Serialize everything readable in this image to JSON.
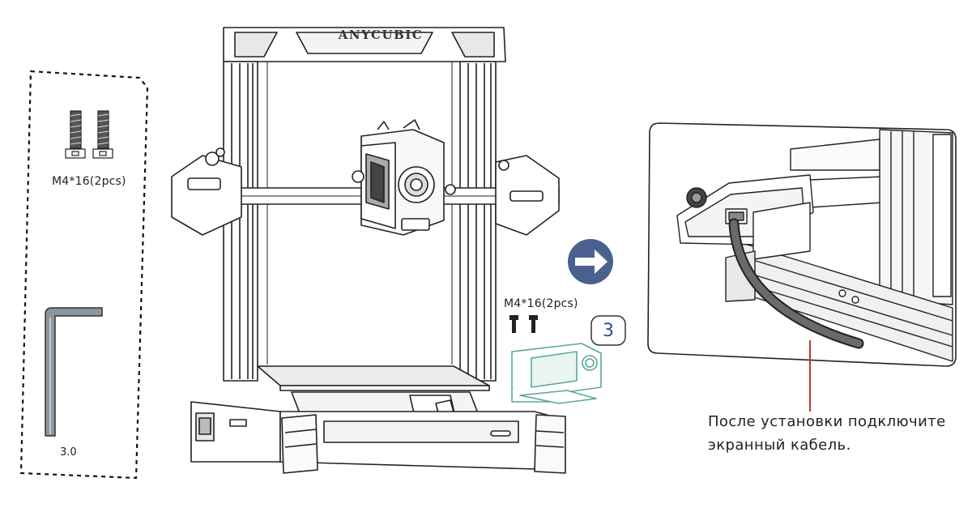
{
  "parts_box": {
    "screw_label": "M4*16(2pcs)",
    "wrench_label": "3.0"
  },
  "printer": {
    "brand": "ANYCUBIC"
  },
  "install": {
    "screw_label": "M4*16(2pcs)",
    "step_number": "3"
  },
  "detail": {
    "note_line1": "После установки подключите",
    "note_line2": "экранный кабель."
  },
  "colors": {
    "arrow_fill": "#4a6190",
    "leader_line": "#c0392b",
    "highlight_part": "#5aa89a",
    "step_text": "#2f4f86"
  }
}
